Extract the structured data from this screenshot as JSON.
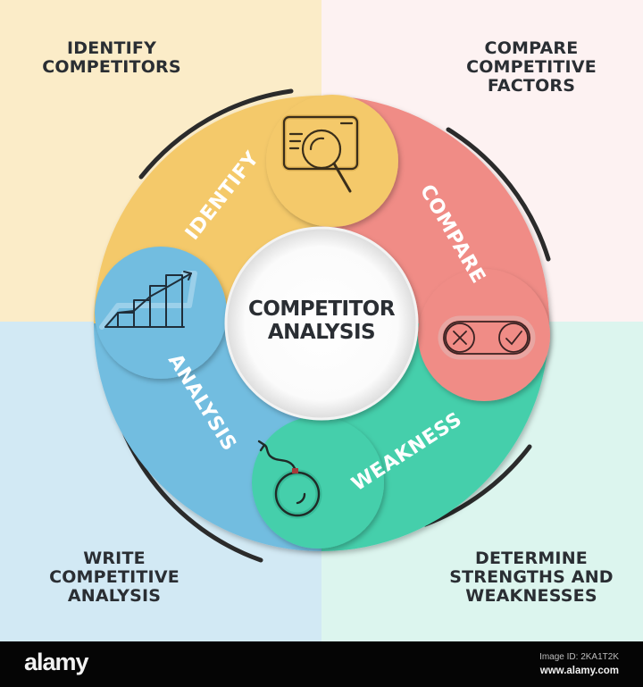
{
  "title": "COMPETITOR\nANALYSIS",
  "colors": {
    "quadrant_top_left": "#fbecc8",
    "quadrant_top_right": "#fdf2f2",
    "quadrant_bottom_left": "#d2e9f4",
    "quadrant_bottom_right": "#dcf5ee",
    "yellow": "#f4c96a",
    "red": "#f08c86",
    "green": "#45cfab",
    "blue": "#72bde0",
    "text_dark": "#2a2e33",
    "footer_bg": "#050505"
  },
  "corners": {
    "top_left": "IDENTIFY\nCOMPETITORS",
    "top_right": "COMPARE\nCOMPETITIVE\nFACTORS",
    "bottom_left": "WRITE\nCOMPETITIVE\nANALYSIS",
    "bottom_right": "DETERMINE\nSTRENGTHS AND\nWEAKNESSES"
  },
  "segments": [
    {
      "label": "IDENTIFY",
      "color": "yellow",
      "icon": "magnifier-document-icon"
    },
    {
      "label": "COMPARE",
      "color": "red",
      "icon": "cross-check-toggle-icon"
    },
    {
      "label": "WEAKNESS",
      "color": "green",
      "icon": "bomb-icon"
    },
    {
      "label": "ANALYSIS",
      "color": "blue",
      "icon": "growth-chart-icon"
    }
  ],
  "footer": {
    "logo": "alamy",
    "image_id": "Image ID: 2KA1T2K",
    "url": "www.alamy.com"
  }
}
